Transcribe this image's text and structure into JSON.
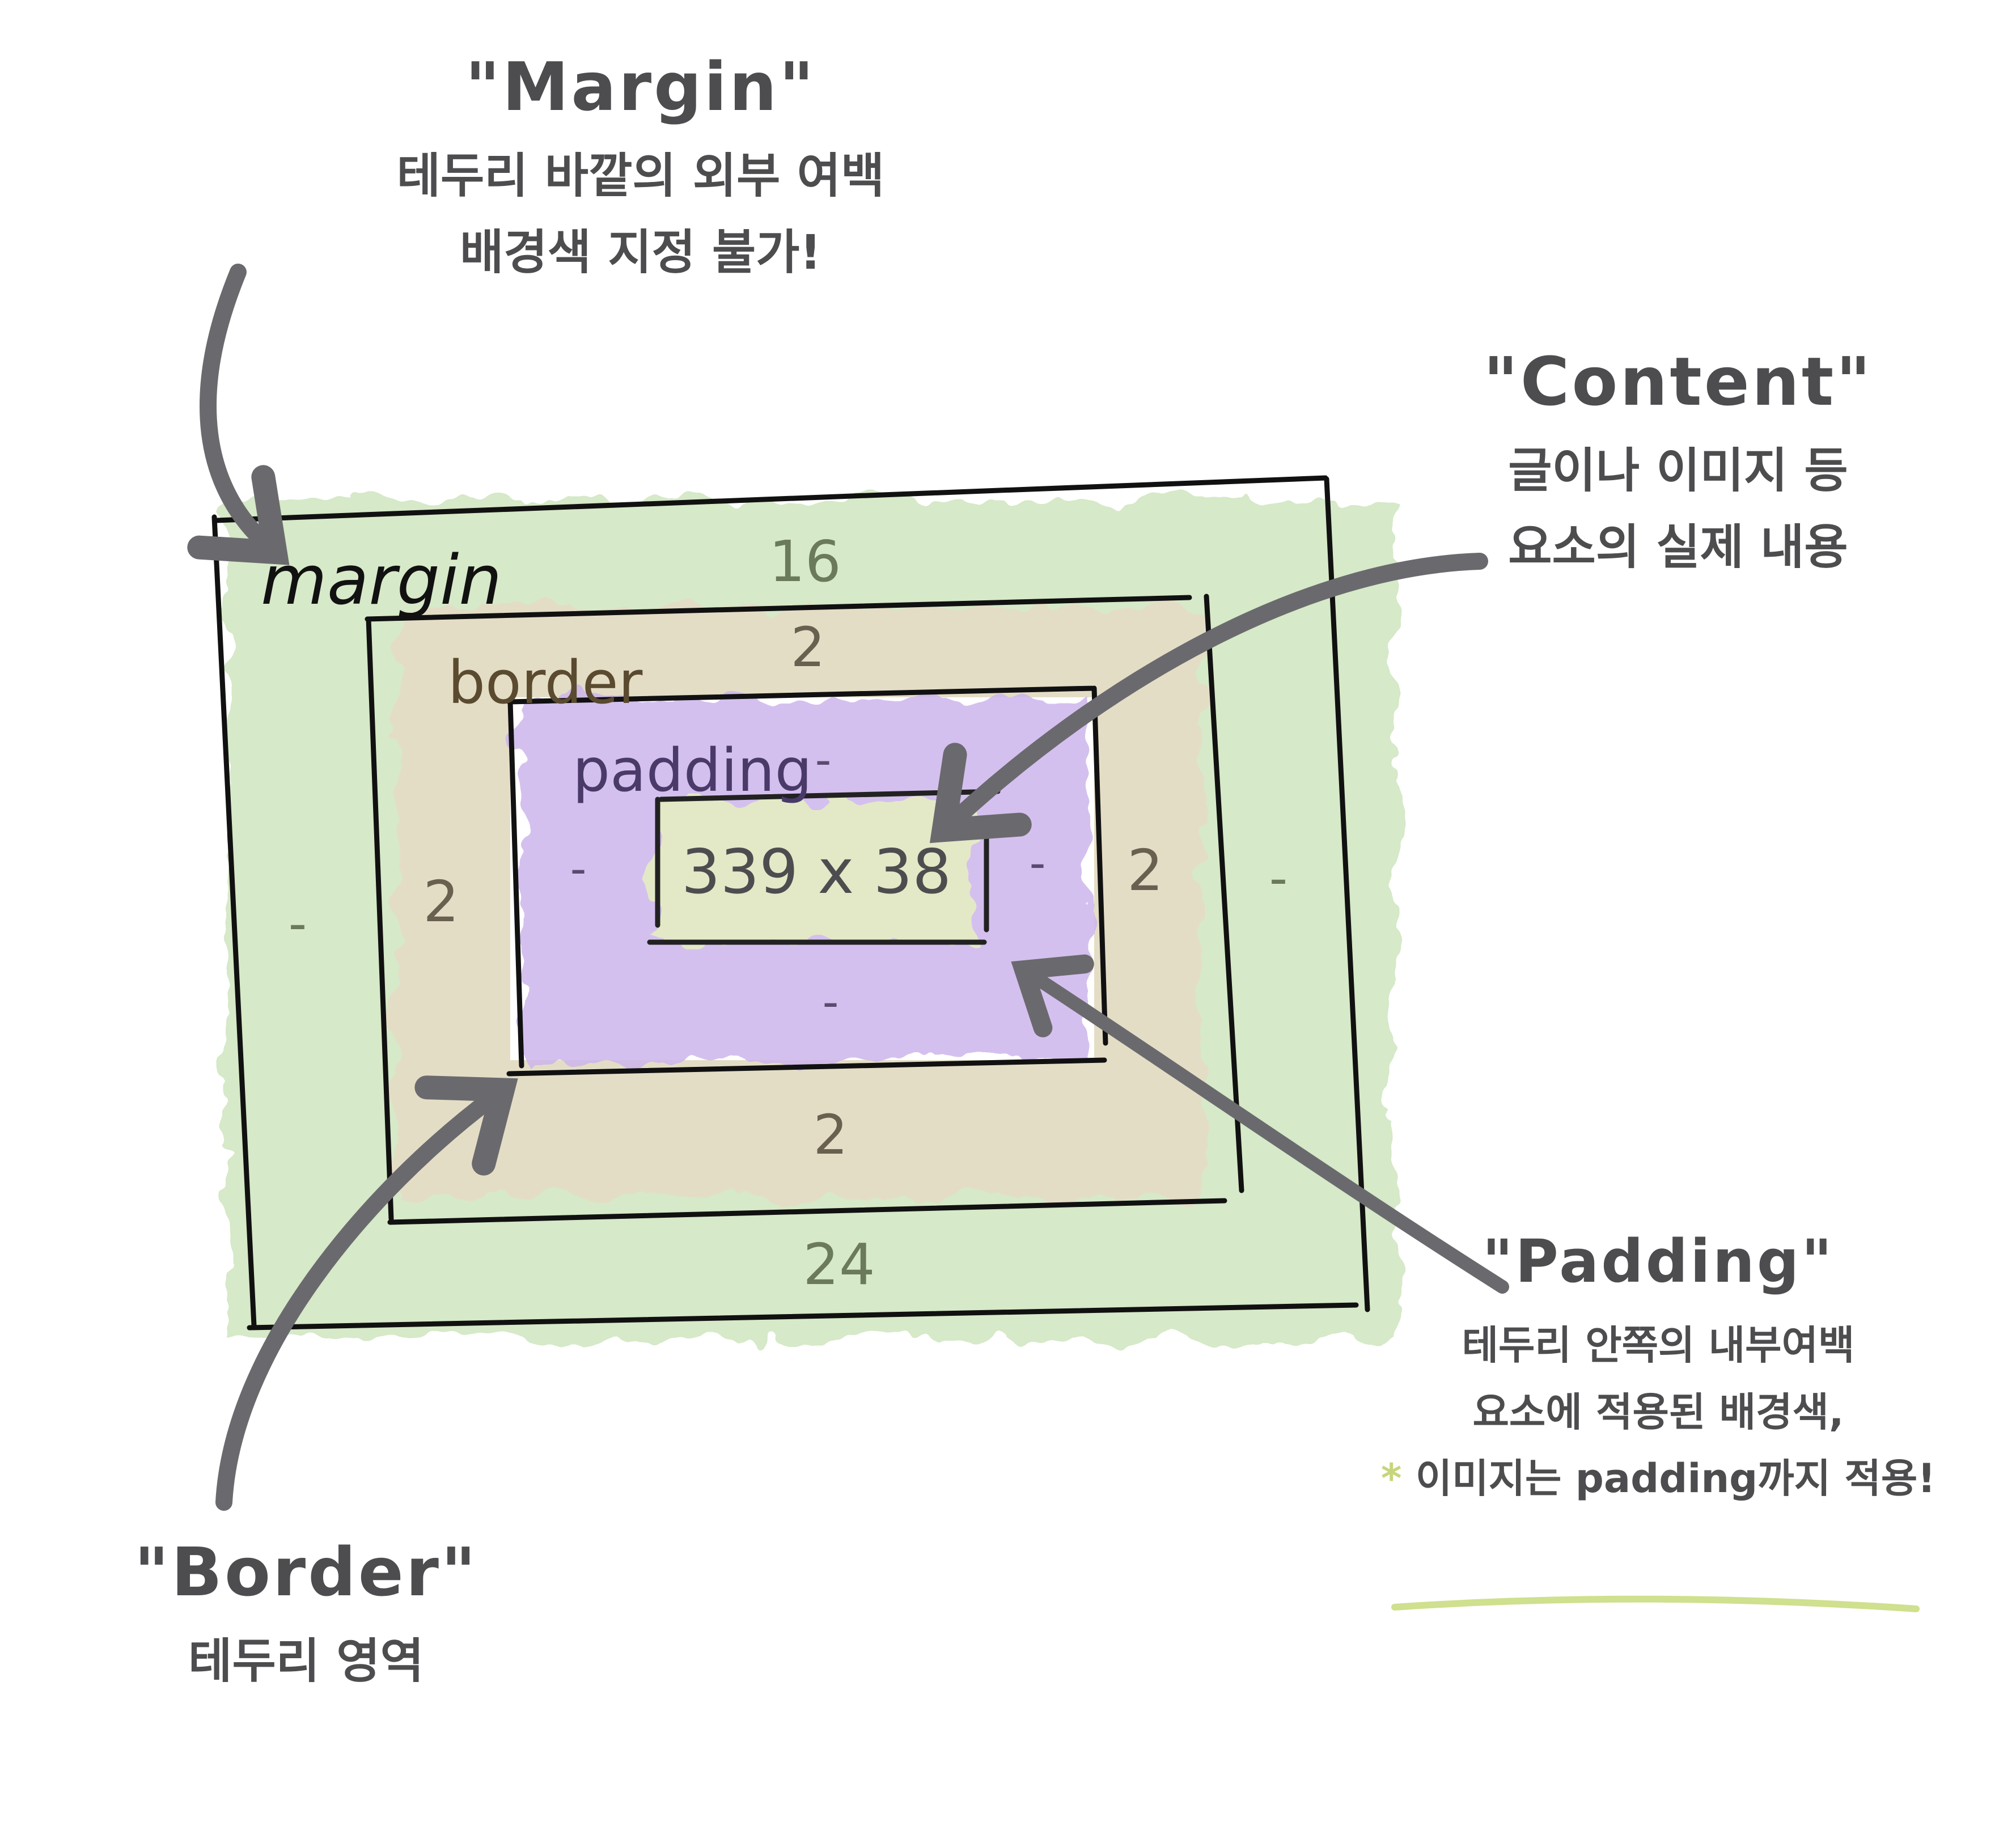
{
  "diagram": {
    "layers": {
      "margin_label": "margin",
      "border_label": "border",
      "padding_label": "padding",
      "content_size": "339 x 38"
    },
    "values": {
      "margin_top": "16",
      "margin_bottom": "24",
      "margin_left": "-",
      "margin_right": "-",
      "border_top": "2",
      "border_bottom": "2",
      "border_left": "2",
      "border_right": "2",
      "padding_top": "-",
      "padding_bottom": "-",
      "padding_left": "-",
      "padding_right": "-"
    },
    "colors": {
      "margin_fill": "#cfe6bf",
      "border_fill": "#e6dcc6",
      "padding_fill": "#cdb6ec",
      "content_fill": "#e4ecc4",
      "arrow": "#6a6a6e",
      "underline": "#cfe08e"
    }
  },
  "notes": {
    "margin": {
      "title": "\"Margin\"",
      "line1": "테두리 바깥의 외부 여백",
      "line2": "배경색 지정 불가!"
    },
    "content": {
      "title": "\"Content\"",
      "line1": "글이나 이미지 등",
      "line2": "요소의 실제 내용"
    },
    "padding": {
      "title": "\"Padding\"",
      "line1": "테두리 안쪽의 내부여백",
      "line2": "요소에 적용된 배경색,",
      "star": "*",
      "line3": "이미지는 padding까지 적용!"
    },
    "border": {
      "title": "\"Border\"",
      "line1": "테두리 영역"
    }
  }
}
